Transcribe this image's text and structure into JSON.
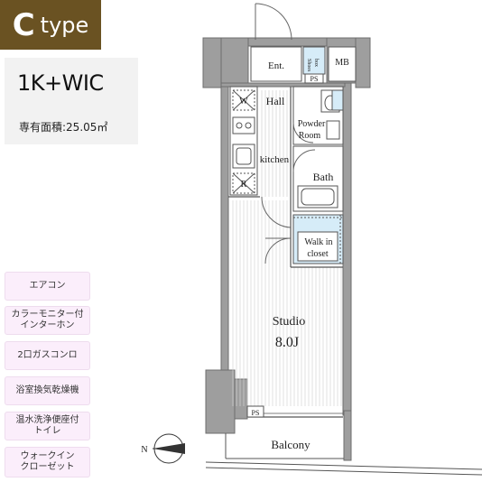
{
  "header": {
    "type_letter": "C",
    "type_word": "type"
  },
  "unit": {
    "layout": "1K+WIC",
    "area_text": "専有面積:25.05㎡"
  },
  "features": [
    {
      "label": "エアコン"
    },
    {
      "label": "カラーモニター付\nインターホン"
    },
    {
      "label": "2口ガスコンロ"
    },
    {
      "label": "浴室換気乾燥機"
    },
    {
      "label": "温水洗浄便座付\nトイレ"
    },
    {
      "label": "ウォークイン\nクローゼット"
    }
  ],
  "floorplan": {
    "rooms": {
      "entrance": "Ent.",
      "shoes_box_1": "Shoes",
      "shoes_box_2": "box",
      "meter_box": "MB",
      "pipe_space": "PS",
      "hall": "Hall",
      "washer": "W",
      "powder_room_1": "Powder",
      "powder_room_2": "Room",
      "kitchen": "kitchen",
      "refrigerator": "R",
      "bath": "Bath",
      "walk_in_closet_1": "Walk in",
      "walk_in_closet_2": "closet",
      "studio_1": "Studio",
      "studio_2": "8.0J",
      "pipe_space_balcony": "PS",
      "balcony": "Balcony"
    },
    "compass_label": "N"
  },
  "colors": {
    "badge_bg": "#6a5222",
    "feature_bg": "#fbeefb",
    "wall": "#9e9e9e",
    "closet_fill": "#d6ecf8"
  }
}
